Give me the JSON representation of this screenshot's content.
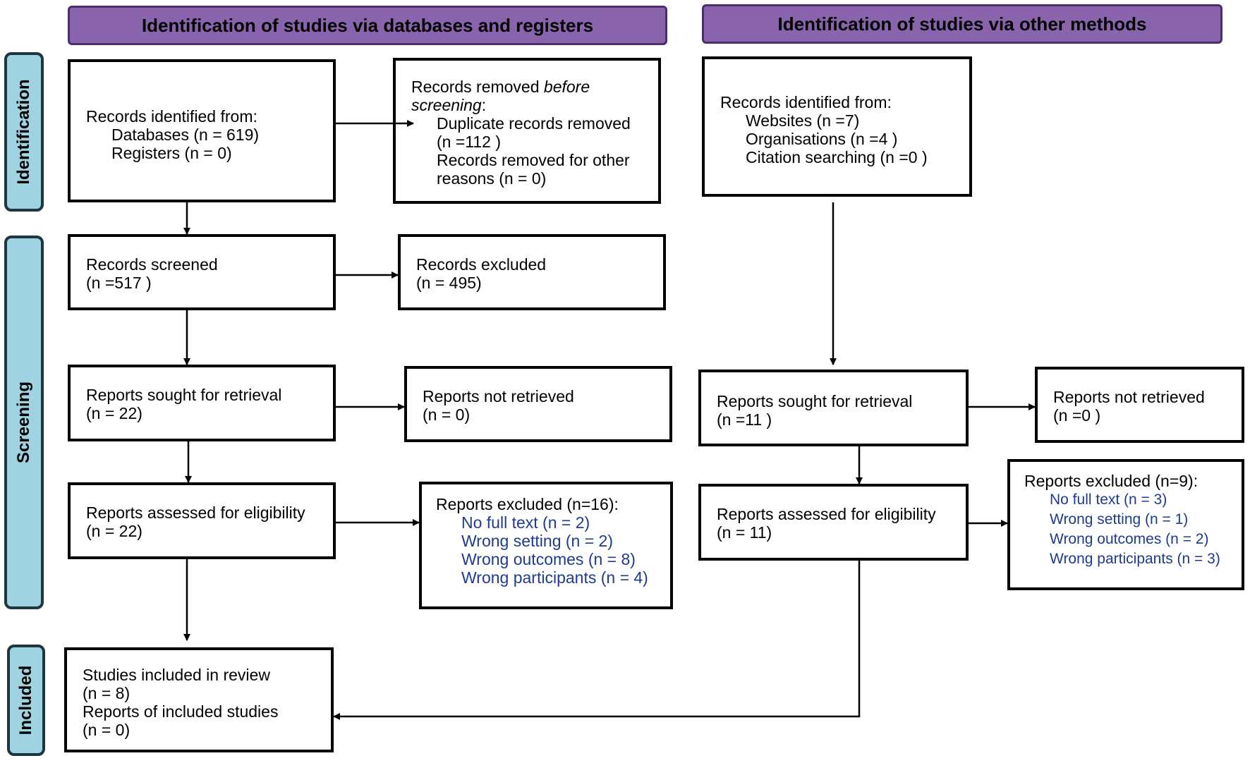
{
  "headers": {
    "left": "Identification of studies via databases and registers",
    "right": "Identification of studies via other methods"
  },
  "phases": {
    "identification": "Identification",
    "screening": "Screening",
    "included": "Included"
  },
  "left": {
    "identified": {
      "title": "Records identified from:",
      "databases": "Databases (n = 619)",
      "registers": "Registers (n = 0)"
    },
    "removed": {
      "line1_pre": "Records removed ",
      "line1_em": "before",
      "line2_em": "screening",
      "line2_post": ":",
      "dup": "Duplicate records removed",
      "dup_n": "(n =112 )",
      "other": "Records removed for other",
      "other_n": "reasons (n = 0)"
    },
    "screened": {
      "title": "Records screened",
      "n": "(n =517 )"
    },
    "excluded": {
      "title": "Records excluded",
      "n": "(n = 495)"
    },
    "sought": {
      "title": "Reports sought for retrieval",
      "n": "(n = 22)"
    },
    "not_retrieved": {
      "title": "Reports not retrieved",
      "n": "(n = 0)"
    },
    "assessed": {
      "title": "Reports assessed for eligibility",
      "n": "(n = 22)"
    },
    "reports_excluded": {
      "title": "Reports excluded (n=16):",
      "items": [
        "No full text (n = 2)",
        "Wrong setting (n = 2)",
        "Wrong outcomes (n = 8)",
        "Wrong participants (n = 4)"
      ]
    },
    "included": {
      "studies": "Studies included in review",
      "studies_n": "(n = 8)",
      "reports": "Reports of included studies",
      "reports_n": "(n = 0)"
    }
  },
  "right": {
    "identified": {
      "title": "Records identified from:",
      "websites": "Websites (n =7)",
      "organisations": "Organisations (n =4 )",
      "citation": "Citation searching (n =0 )"
    },
    "sought": {
      "title": "Reports sought for retrieval",
      "n": "(n =11 )"
    },
    "not_retrieved": {
      "title": "Reports not retrieved",
      "n": "(n =0 )"
    },
    "assessed": {
      "title": "Reports assessed for eligibility",
      "n": "(n = 11)"
    },
    "reports_excluded": {
      "title": "Reports excluded (n=9):",
      "items": [
        "No full text (n = 3)",
        "Wrong setting (n = 1)",
        "Wrong outcomes (n = 2)",
        "Wrong participants (n = 3)"
      ]
    }
  },
  "colors": {
    "header_fill": "#8a63ad",
    "phase_fill": "#9fd3e2",
    "exclusion_text": "#1f3a93"
  }
}
